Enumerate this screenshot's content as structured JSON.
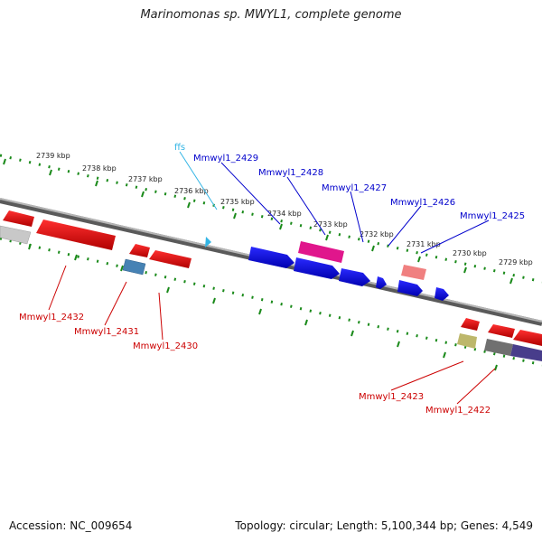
{
  "title": "Marinomonas sp. MWYL1, complete genome",
  "footer": {
    "accession": "Accession: NC_009654",
    "stats": "Topology: circular; Length: 5,100,344 bp; Genes: 4,549"
  },
  "ticks": [
    "2739 kbp",
    "2738 kbp",
    "2737 kbp",
    "2736 kbp",
    "2735 kbp",
    "2734 kbp",
    "2733 kbp",
    "2732 kbp",
    "2731 kbp",
    "2730 kbp",
    "2729 kbp"
  ],
  "labels_top": [
    {
      "text": "ffs",
      "color": "#33b5e5"
    },
    {
      "text": "Mmwyl1_2429",
      "color": "#0000cc"
    },
    {
      "text": "Mmwyl1_2428",
      "color": "#0000cc"
    },
    {
      "text": "Mmwyl1_2427",
      "color": "#0000cc"
    },
    {
      "text": "Mmwyl1_2426",
      "color": "#0000cc"
    },
    {
      "text": "Mmwyl1_2425",
      "color": "#0000cc"
    }
  ],
  "labels_bottom": [
    {
      "text": "Mmwyl1_2432",
      "color": "#cc0000"
    },
    {
      "text": "Mmwyl1_2431",
      "color": "#cc0000"
    },
    {
      "text": "Mmwyl1_2430",
      "color": "#cc0000"
    },
    {
      "text": "Mmwyl1_2423",
      "color": "#cc0000"
    },
    {
      "text": "Mmwyl1_2422",
      "color": "#cc0000"
    }
  ],
  "colors": {
    "backbone": "#808080",
    "tick": "#1a8a1a",
    "forward_gene": "#0000ee",
    "reverse_gene": "#ee0000",
    "rna": "#e0168c",
    "pseudo_pink": "#f08080",
    "steel": "#4682b4",
    "khaki": "#bdb76b",
    "grey": "#707070",
    "slate": "#483d8b",
    "light_grey": "#c8c8c8"
  }
}
